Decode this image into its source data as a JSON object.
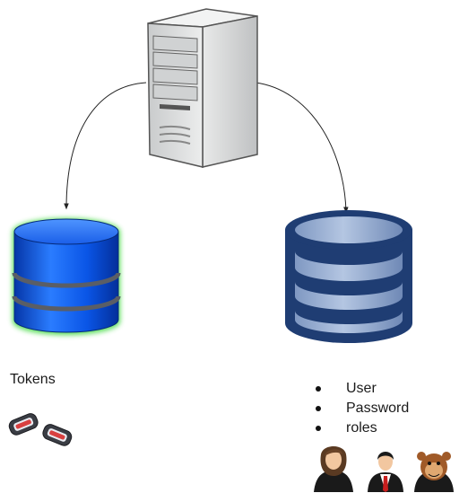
{
  "tokens_store": {
    "label": "Tokens"
  },
  "user_store": {
    "fields": [
      "User",
      "Password",
      "roles"
    ]
  },
  "colors": {
    "token_db_blue": "#0a55e6",
    "token_db_glow": "#3ad83a",
    "user_db_navy": "#1f3d73",
    "user_db_fill": "#8ea6cc",
    "server_gray": "#d9dbdc"
  },
  "icons": [
    "server-icon",
    "token-database-icon",
    "user-database-icon",
    "token-icon",
    "user-avatar-icon"
  ]
}
